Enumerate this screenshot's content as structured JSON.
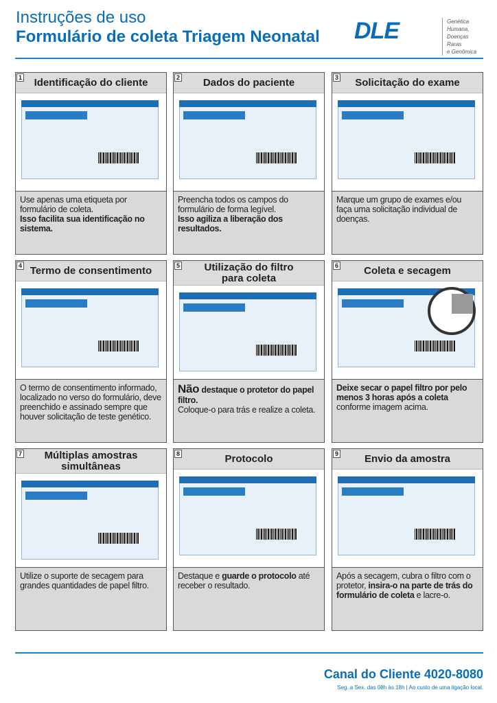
{
  "header": {
    "title": "Instruções de uso",
    "subtitle": "Formulário de coleta Triagem Neonatal"
  },
  "logo": {
    "text": "DLE",
    "tagline": [
      "Genética Humana,",
      "Doenças Raras",
      "e Genômica"
    ]
  },
  "steps": [
    {
      "n": "1",
      "title": "Identificação do cliente",
      "text": "Use apenas uma etiqueta por formulário de coleta.",
      "bold": "Isso facilita sua identificação no sistema."
    },
    {
      "n": "2",
      "title": "Dados do paciente",
      "text": "Preencha todos os campos do formulário de forma legível.",
      "bold": "Isso agiliza a liberação dos resultados."
    },
    {
      "n": "3",
      "title": "Solicitação do exame",
      "text": "Marque um grupo de exames e/ou faça uma solicitação individual de doenças."
    },
    {
      "n": "4",
      "title": "Termo de consentimento",
      "text": "O termo de consentimento informado, localizado no verso do formulário, deve preenchido e assinado sempre que houver solicitação de teste genético."
    },
    {
      "n": "5",
      "title": "Utilização do filtro para coleta",
      "big": "Não",
      "bold": " destaque o protetor do papel filtro.",
      "text": "Coloque-o para trás e realize a coleta."
    },
    {
      "n": "6",
      "title": "Coleta e secagem",
      "bold": "Deixe secar o papel filtro por pelo menos 3 horas após a coleta",
      "text": " conforme imagem acima."
    },
    {
      "n": "7",
      "title": "Múltiplas amostras simultâneas",
      "text": "Utilize o suporte de secagem para grandes quantidades de papel filtro."
    },
    {
      "n": "8",
      "title": "Protocolo",
      "pre": "Destaque e ",
      "bold": "guarde o protocolo",
      "text": " até receber o resultado."
    },
    {
      "n": "9",
      "title": "Envio da amostra",
      "pre": "Após a secagem, cubra o filtro com o protetor, ",
      "bold": "insira-o na parte de trás do formulário de coleta",
      "text": " e lacre-o."
    }
  ],
  "footer": {
    "canal": "Canal do Cliente 4020-8080",
    "hours": "Seg. a Sex. das 08h às 18h | Ao custo de uma ligação local."
  },
  "colors": {
    "brand": "#0a6db5",
    "panel_bg": "#d9d9d9"
  }
}
